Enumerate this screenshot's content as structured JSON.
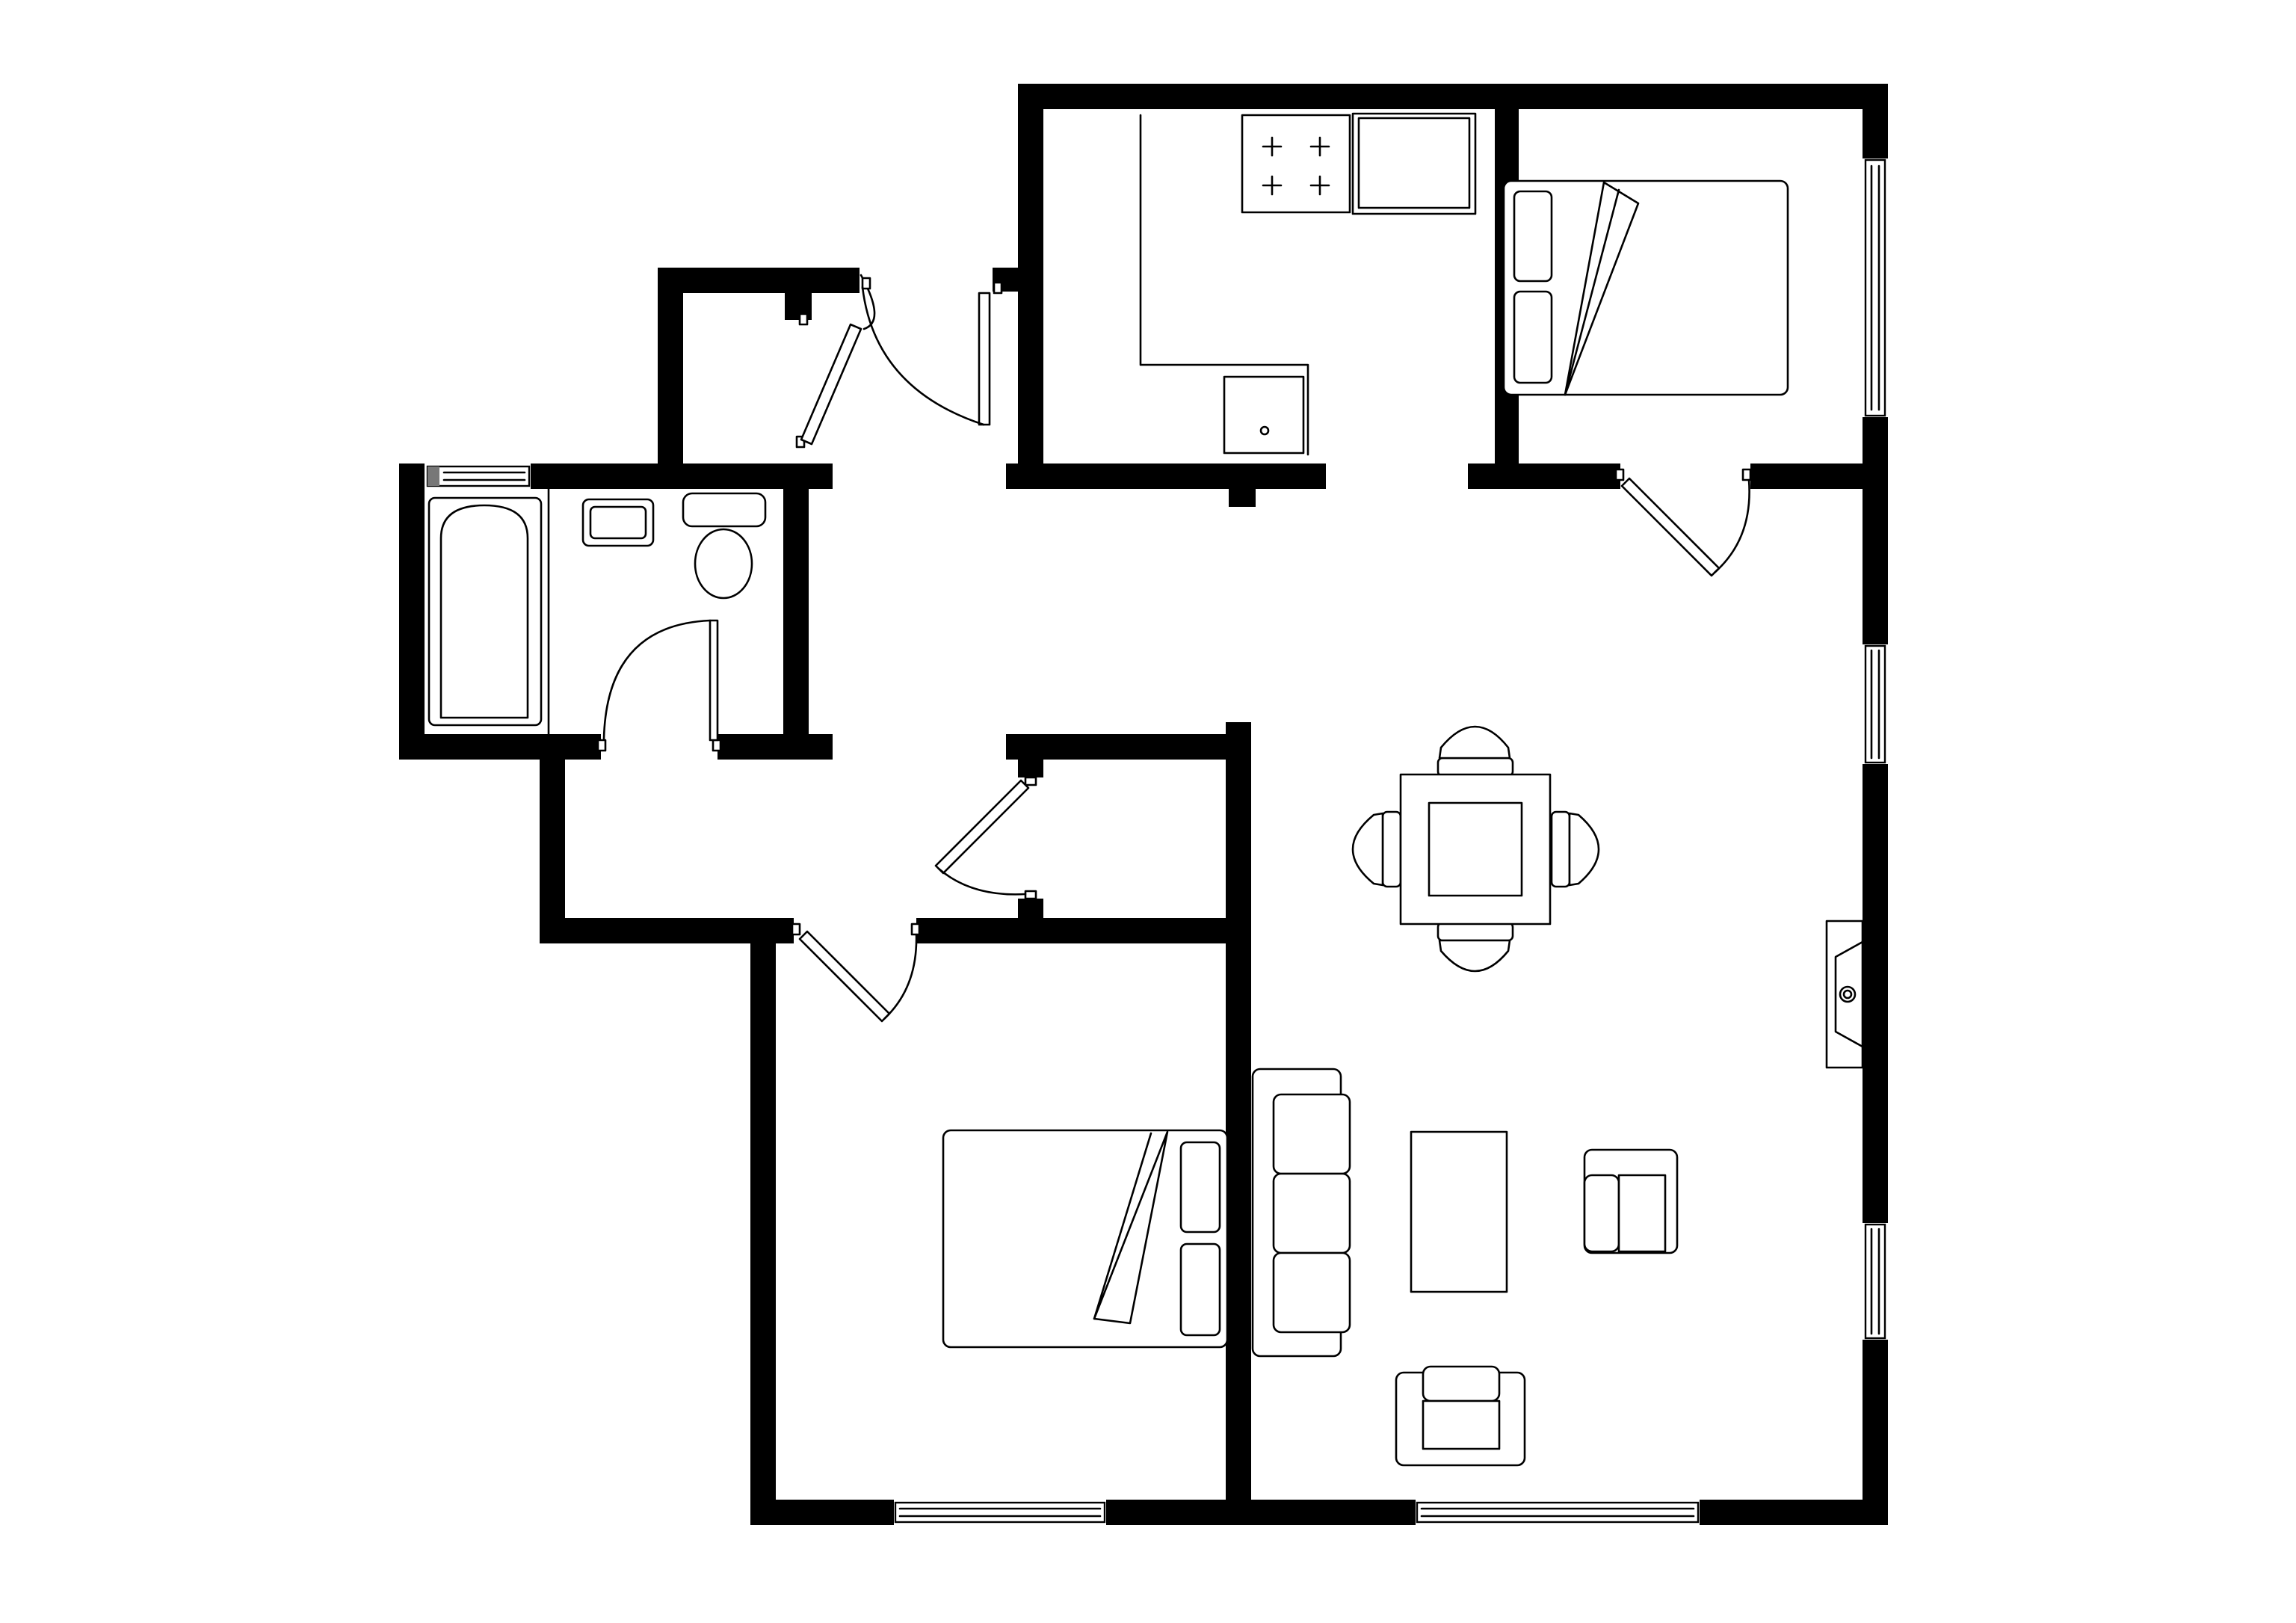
{
  "plan": {
    "kind": "floor plan",
    "caption": "",
    "colors": {
      "wall": "#000000",
      "line": "#000000",
      "background": "#ffffff"
    },
    "rooms": [
      {
        "id": "kitchen",
        "fixtures": [
          "hob-4-burner",
          "counter",
          "sink"
        ]
      },
      {
        "id": "bedroom-1",
        "fixtures": [
          "double-bed"
        ]
      },
      {
        "id": "bathroom",
        "fixtures": [
          "bathtub",
          "basin",
          "toilet"
        ]
      },
      {
        "id": "hall-closet",
        "fixtures": []
      },
      {
        "id": "hallway",
        "fixtures": []
      },
      {
        "id": "closet-2",
        "fixtures": []
      },
      {
        "id": "bedroom-2",
        "fixtures": [
          "double-bed"
        ]
      },
      {
        "id": "living-dining",
        "fixtures": [
          "dining-table",
          "dining-chair",
          "dining-chair",
          "dining-chair",
          "dining-chair",
          "sofa",
          "coffee-table",
          "armchair",
          "armchair",
          "fireplace"
        ]
      }
    ],
    "icons": [
      "door-swing-icon",
      "window-icon",
      "hob-icon",
      "sink-icon",
      "bed-icon",
      "bathtub-icon",
      "toilet-icon",
      "basin-icon",
      "sofa-icon",
      "armchair-icon",
      "fireplace-icon",
      "dining-table-icon"
    ]
  }
}
